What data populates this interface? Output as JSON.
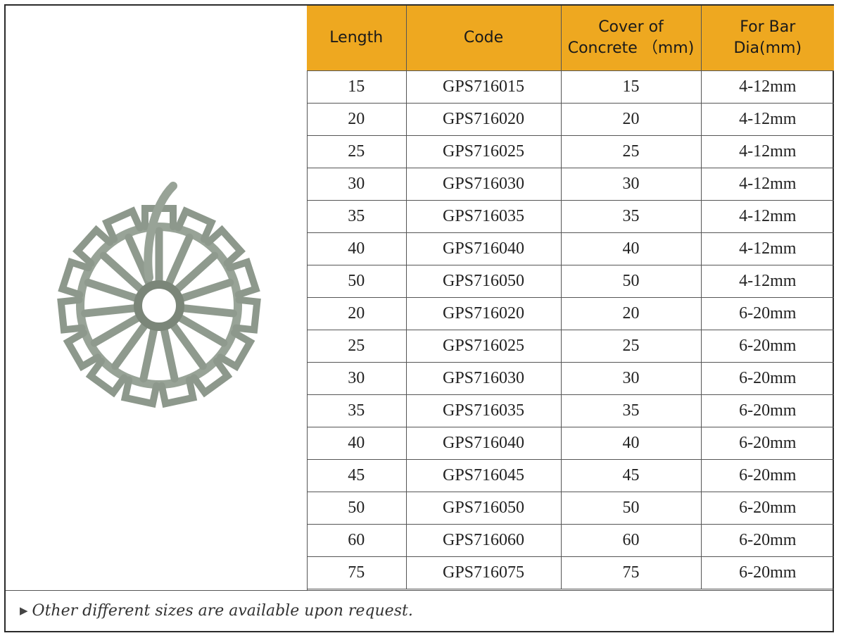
{
  "table": {
    "headers": {
      "length": "Length",
      "code": "Code",
      "cover_line1": "Cover of",
      "cover_line2": "Concrete （mm)",
      "bar_line1": "For Bar",
      "bar_line2": "Dia(mm)"
    },
    "rows": [
      [
        "15",
        "GPS716015",
        "15",
        "4-12mm"
      ],
      [
        "20",
        "GPS716020",
        "20",
        "4-12mm"
      ],
      [
        "25",
        "GPS716025",
        "25",
        "4-12mm"
      ],
      [
        "30",
        "GPS716030",
        "30",
        "4-12mm"
      ],
      [
        "35",
        "GPS716035",
        "35",
        "4-12mm"
      ],
      [
        "40",
        "GPS716040",
        "40",
        "4-12mm"
      ],
      [
        "50",
        "GPS716050",
        "50",
        "4-12mm"
      ],
      [
        "20",
        "GPS716020",
        "20",
        "6-20mm"
      ],
      [
        "25",
        "GPS716025",
        "25",
        "6-20mm"
      ],
      [
        "30",
        "GPS716030",
        "30",
        "6-20mm"
      ],
      [
        "35",
        "GPS716035",
        "35",
        "6-20mm"
      ],
      [
        "40",
        "GPS716040",
        "40",
        "6-20mm"
      ],
      [
        "45",
        "GPS716045",
        "45",
        "6-20mm"
      ],
      [
        "50",
        "GPS716050",
        "50",
        "6-20mm"
      ],
      [
        "60",
        "GPS716060",
        "60",
        "6-20mm"
      ],
      [
        "75",
        "GPS716075",
        "75",
        "6-20mm"
      ]
    ]
  },
  "footer": {
    "bullet_icon": "triangle-right-icon",
    "note": "Other different sizes are available upon request."
  },
  "colors": {
    "header_bg": "#eea820",
    "spacer": "#9aa599"
  }
}
